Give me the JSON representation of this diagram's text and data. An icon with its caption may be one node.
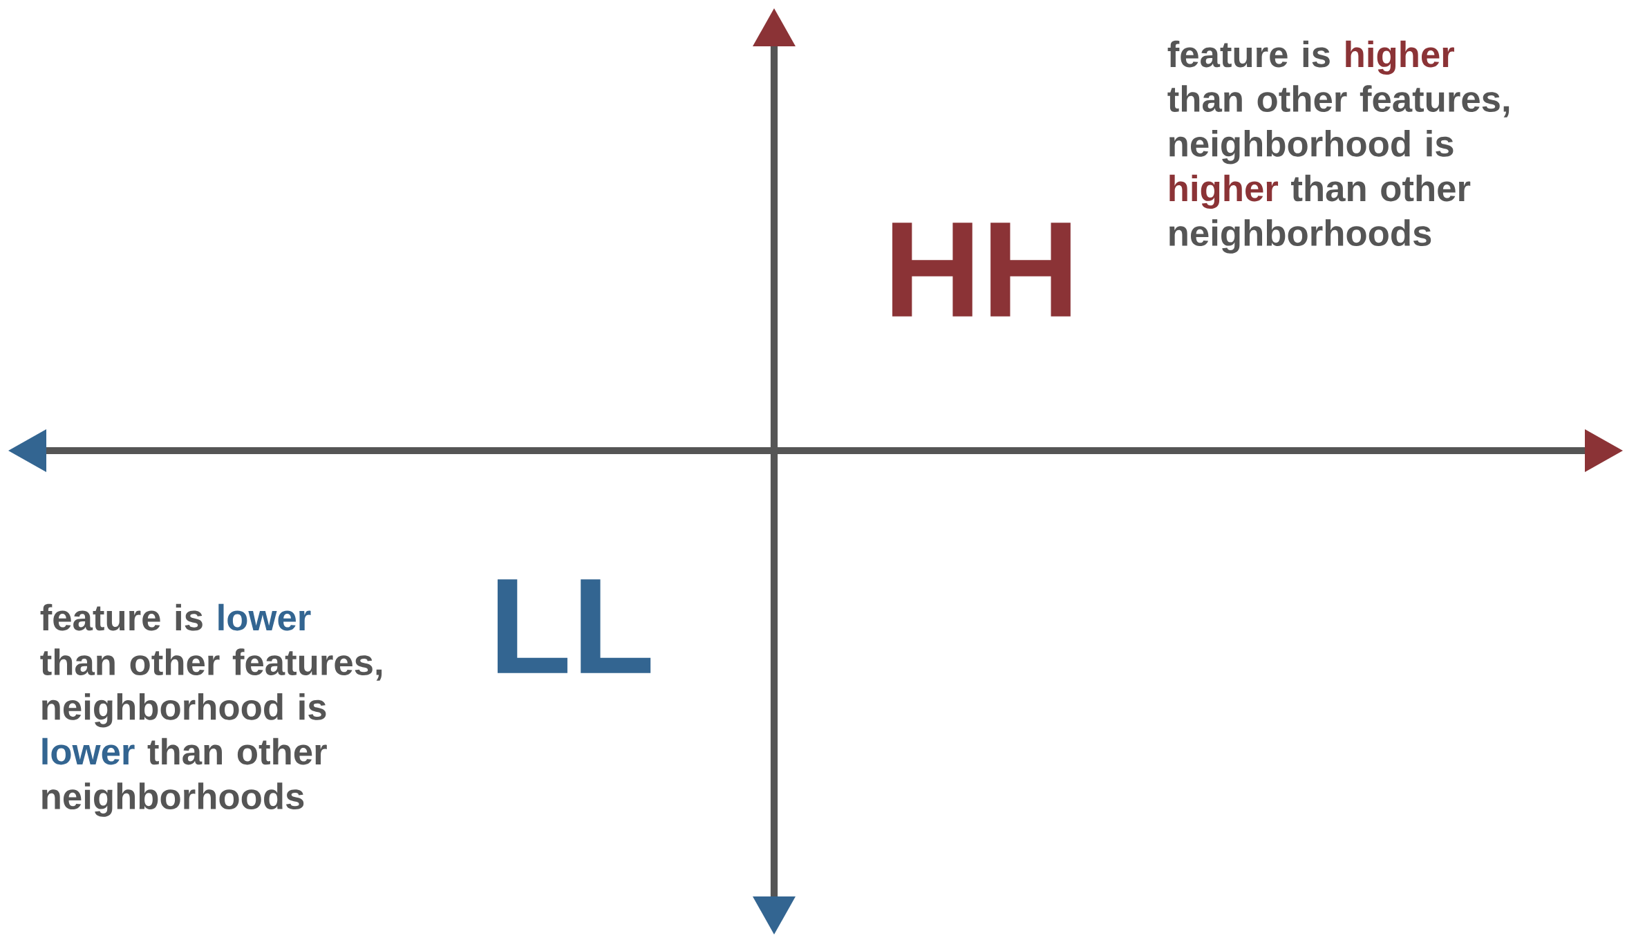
{
  "diagram": {
    "labels": [
      "feature is **higher** than other features, neighborhood is **higher** than other neighborhoods",
      "HH",
      "LL",
      "feature is **lower** than other features, neighborhood is **lower** than other neighborhoods"
    ]
  }
}
